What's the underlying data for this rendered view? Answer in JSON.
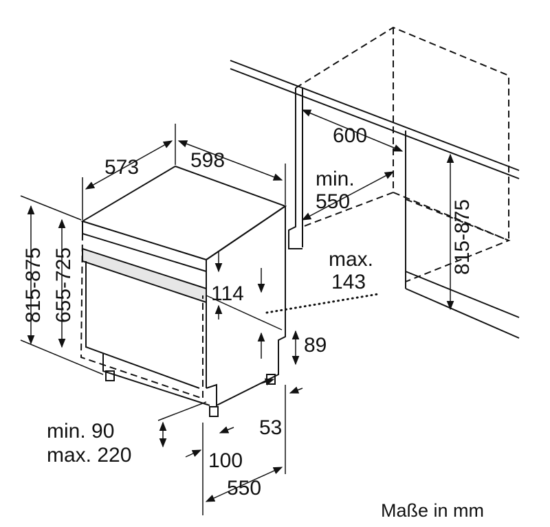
{
  "labels": {
    "depth_573": "573",
    "width_598": "598",
    "niche_width_600": "600",
    "niche_depth_min": "min.",
    "niche_depth_550": "550",
    "niche_height": "815-875",
    "height_total": "815-875",
    "height_body": "655-725",
    "max_label": "max.",
    "max_143": "143",
    "panel_114": "114",
    "plinth_89": "89",
    "plinth_min": "min. 90",
    "plinth_max": "max. 220",
    "offset_100": "100",
    "foot_53": "53",
    "depth_550": "550",
    "units_caption": "Maße in mm"
  }
}
